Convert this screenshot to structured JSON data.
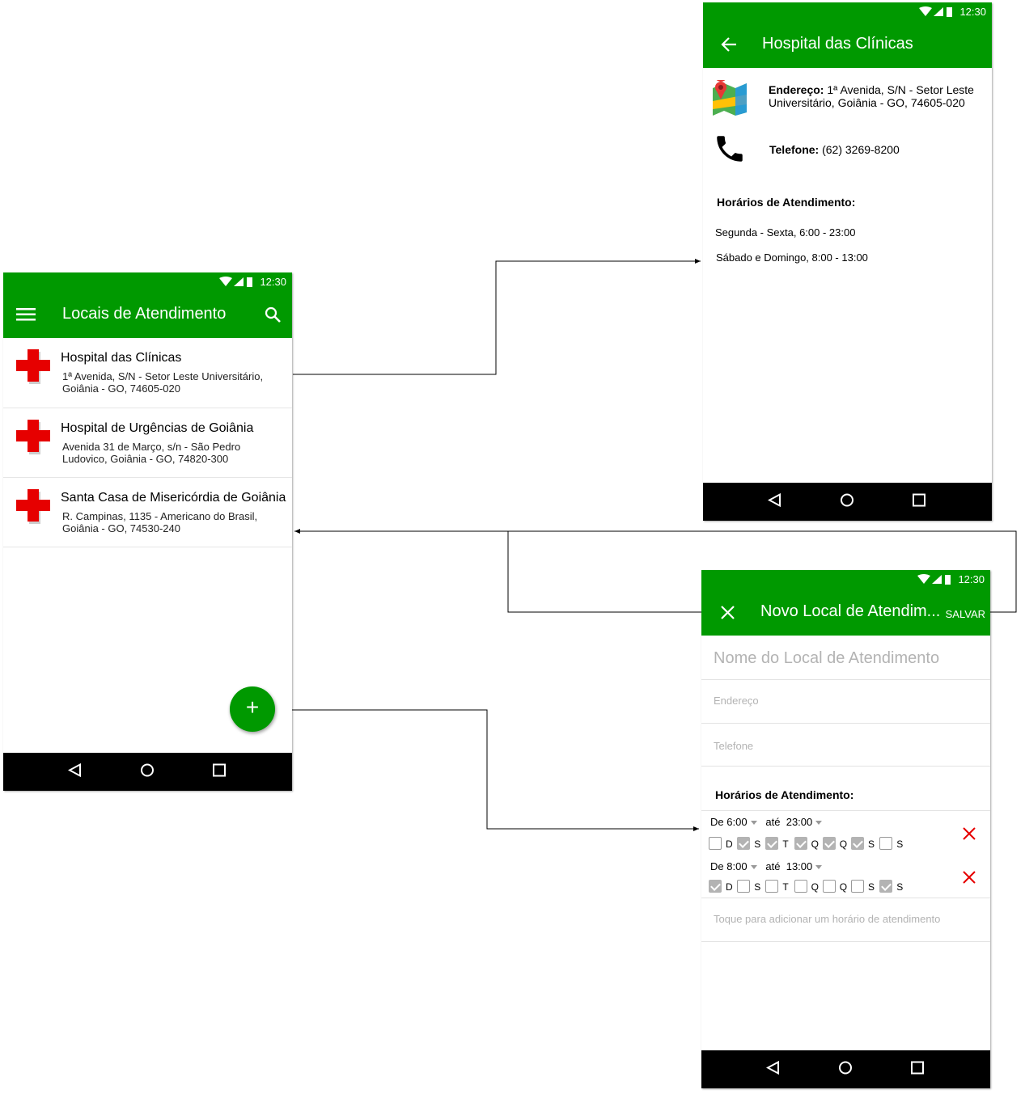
{
  "status": {
    "time": "12:30"
  },
  "list_screen": {
    "title": "Locais de Atendimento",
    "menu_icon": "hamburger-menu-icon",
    "search_icon": "search-icon",
    "items": [
      {
        "name": "Hospital das Clínicas",
        "address": "1ª Avenida, S/N - Setor Leste Universitário, Goiânia - GO, 74605-020"
      },
      {
        "name": "Hospital de Urgências de Goiânia",
        "address": "Avenida 31 de Março, s/n - São Pedro Ludovico, Goiânia - GO, 74820-300"
      },
      {
        "name": "Santa Casa de Misericórdia de Goiânia",
        "address": "R. Campinas, 1135 - Americano do Brasil, Goiânia - GO, 74530-240"
      }
    ],
    "fab_label": "+"
  },
  "detail_screen": {
    "title": "Hospital das Clínicas",
    "address_label": "Endereço:",
    "address_value": " 1ª Avenida, S/N - Setor Leste Universitário, Goiânia - GO, 74605-020",
    "phone_label": "Telefone:",
    "phone_value": " (62) 3269-8200",
    "hours_title": "Horários de Atendimento:",
    "hours": [
      "Segunda - Sexta, 6:00 - 23:00",
      "Sábado e Domingo, 8:00 - 13:00"
    ]
  },
  "new_screen": {
    "title": "Novo Local de Atendim...",
    "save_label": "SALVAR",
    "name_placeholder": "Nome do Local de Atendimento",
    "address_placeholder": "Endereço",
    "phone_placeholder": "Telefone",
    "hours_title": "Horários de Atendimento:",
    "schedules": [
      {
        "from_label": "De",
        "from": "6:00",
        "to_label": "até",
        "to": "23:00",
        "days": [
          {
            "l": "D",
            "on": false
          },
          {
            "l": "S",
            "on": true
          },
          {
            "l": "T",
            "on": true
          },
          {
            "l": "Q",
            "on": true
          },
          {
            "l": "Q",
            "on": true
          },
          {
            "l": "S",
            "on": true
          },
          {
            "l": "S",
            "on": false
          }
        ]
      },
      {
        "from_label": "De",
        "from": "8:00",
        "to_label": "até",
        "to": "13:00",
        "days": [
          {
            "l": "D",
            "on": true
          },
          {
            "l": "S",
            "on": false
          },
          {
            "l": "T",
            "on": false
          },
          {
            "l": "Q",
            "on": false
          },
          {
            "l": "Q",
            "on": false
          },
          {
            "l": "S",
            "on": false
          },
          {
            "l": "S",
            "on": true
          }
        ]
      }
    ],
    "add_hint": "Toque para adicionar um horário de atendimento"
  },
  "colors": {
    "primary": "#009900",
    "delete": "#e60000"
  }
}
